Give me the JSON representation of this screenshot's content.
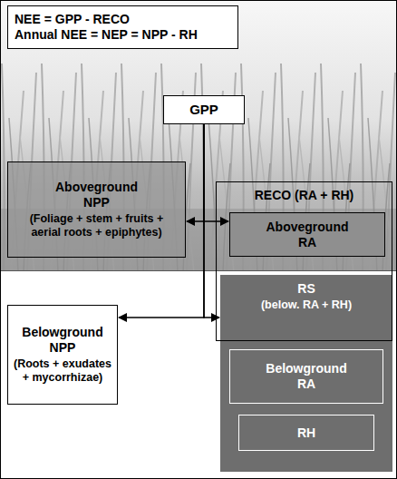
{
  "diagram": {
    "nodes": [
      {
        "text": [
          "NEE = GPP - RECO",
          "Annual NEE = NEP = NPP - RH"
        ]
      },
      {
        "text": [
          "GPP"
        ]
      },
      {
        "text": [
          "Aboveground NPP",
          "(Foliage + stem + fruits + aerial roots + epiphytes)"
        ]
      },
      {
        "text": [
          "RECO (RA + RH)"
        ]
      },
      {
        "text": [
          "Aboveground RA"
        ],
        "in": 3
      },
      {
        "text": [
          "RS",
          "(below. RA + RH)"
        ]
      },
      {
        "text": [
          "Belowground NPP",
          "(Roots + exudates + mycorrhizae)"
        ]
      },
      {
        "text": [
          "Belowground RA"
        ],
        "in": 5
      },
      {
        "text": [
          "RH"
        ],
        "in": 5
      }
    ],
    "edges": [
      {
        "from": 1,
        "to": 2,
        "arrow": "to"
      },
      {
        "from": 1,
        "to": 4,
        "arrow": "to"
      },
      {
        "from": 1,
        "to": 6,
        "arrow": "to"
      },
      {
        "from": 1,
        "to": 5,
        "arrow": "to"
      }
    ]
  }
}
